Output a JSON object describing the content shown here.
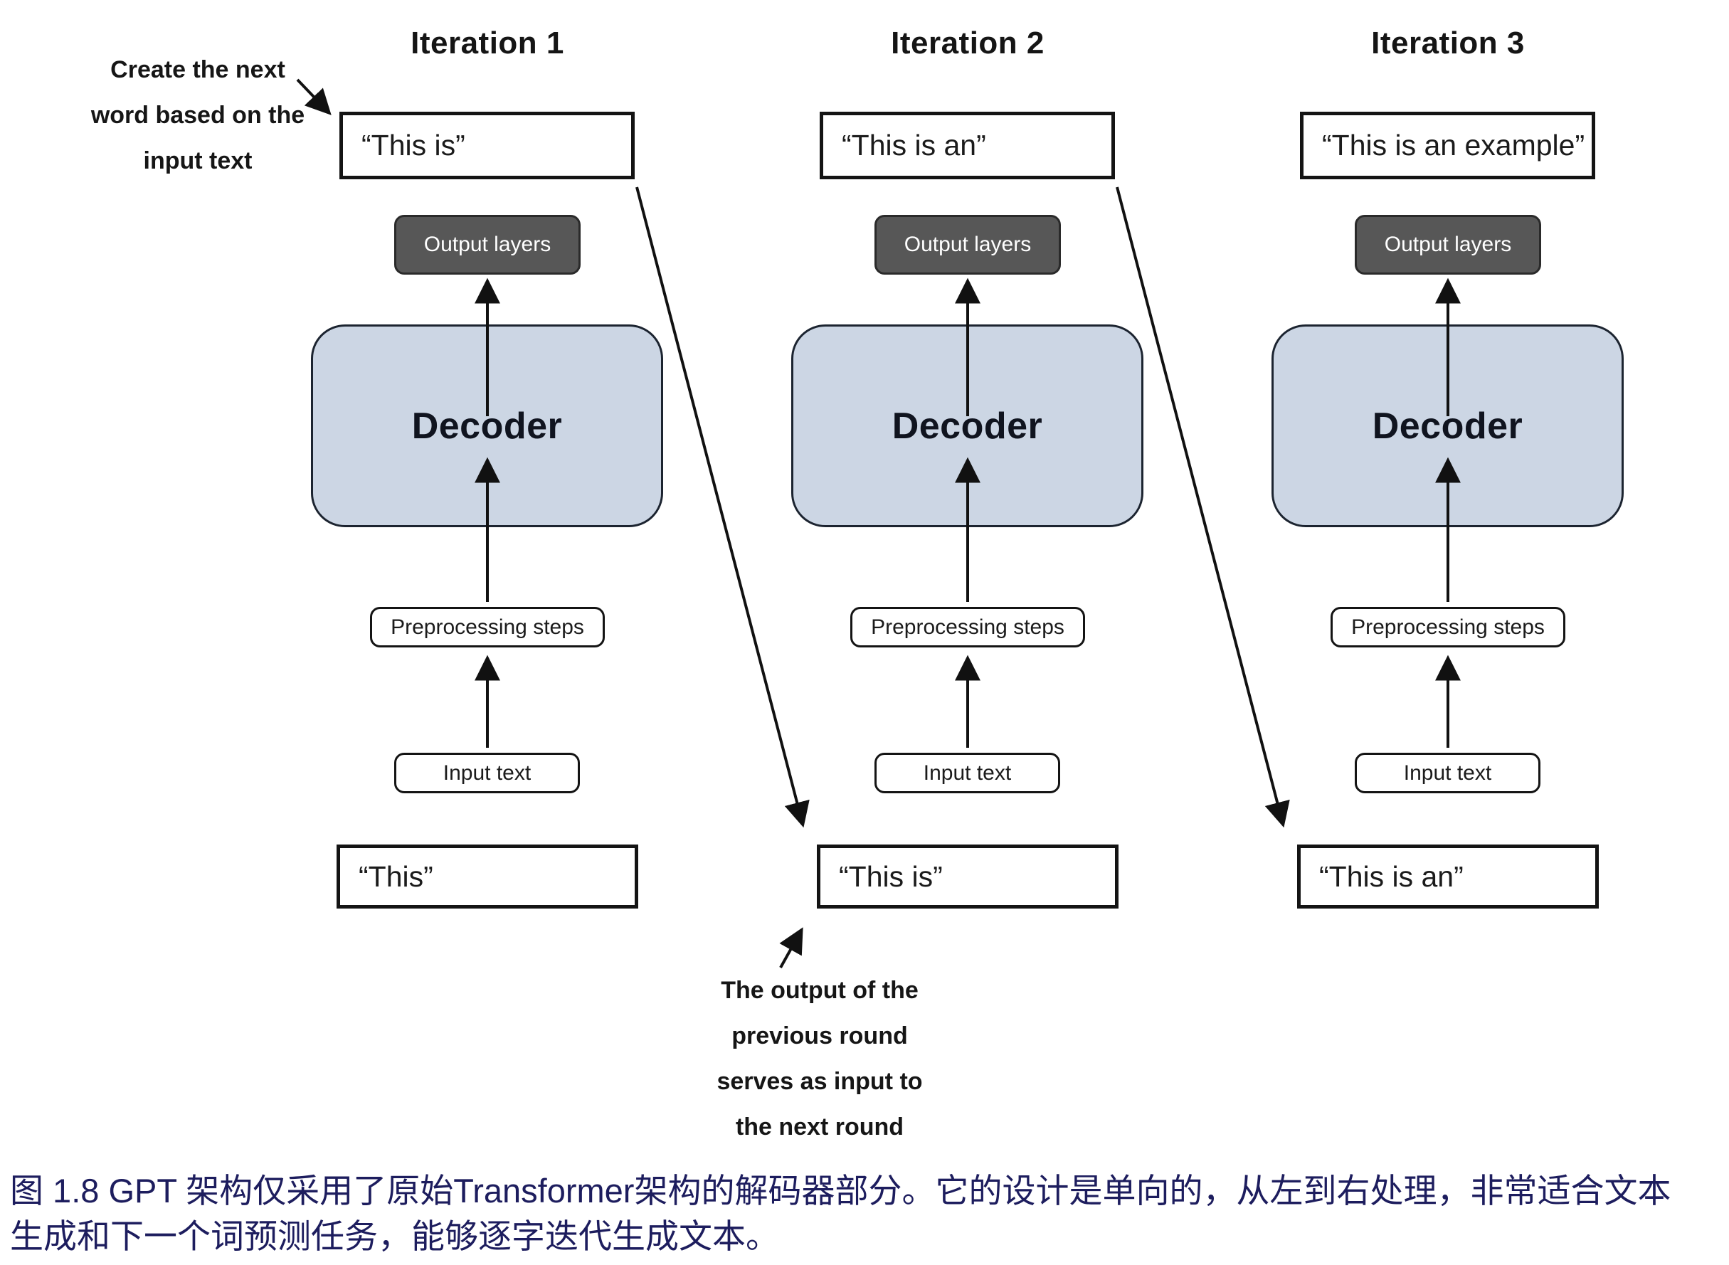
{
  "columns": [
    {
      "title": "Iteration 1",
      "output_text": "“This is”",
      "output_layers_label": "Output layers",
      "decoder_label": "Decoder",
      "preprocessing_label": "Preprocessing steps",
      "input_label": "Input text",
      "input_text": "“This”"
    },
    {
      "title": "Iteration 2",
      "output_text": "“This is an”",
      "output_layers_label": "Output layers",
      "decoder_label": "Decoder",
      "preprocessing_label": "Preprocessing steps",
      "input_label": "Input text",
      "input_text": "“This is”"
    },
    {
      "title": "Iteration 3",
      "output_text": "“This is an example”",
      "output_layers_label": "Output layers",
      "decoder_label": "Decoder",
      "preprocessing_label": "Preprocessing steps",
      "input_label": "Input text",
      "input_text": "“This is an”"
    }
  ],
  "annotations": {
    "top_left": [
      "Create the next",
      "word based on the",
      "input text"
    ],
    "bottom": [
      "The output of the",
      "previous round",
      "serves as input to",
      "the next round"
    ]
  },
  "caption": {
    "line1": "图 1.8  GPT 架构仅采用了原始Transformer架构的解码器部分。它的设计是单向的，从左到右处理，非常适合文本",
    "line2": "生成和下一个词预测任务，能够逐字迭代生成文本。"
  },
  "colors": {
    "decoder_fill": "#ccd6e4",
    "output_layers_fill": "#575757",
    "caption_color": "#1d1d5e",
    "ink": "#111111"
  }
}
